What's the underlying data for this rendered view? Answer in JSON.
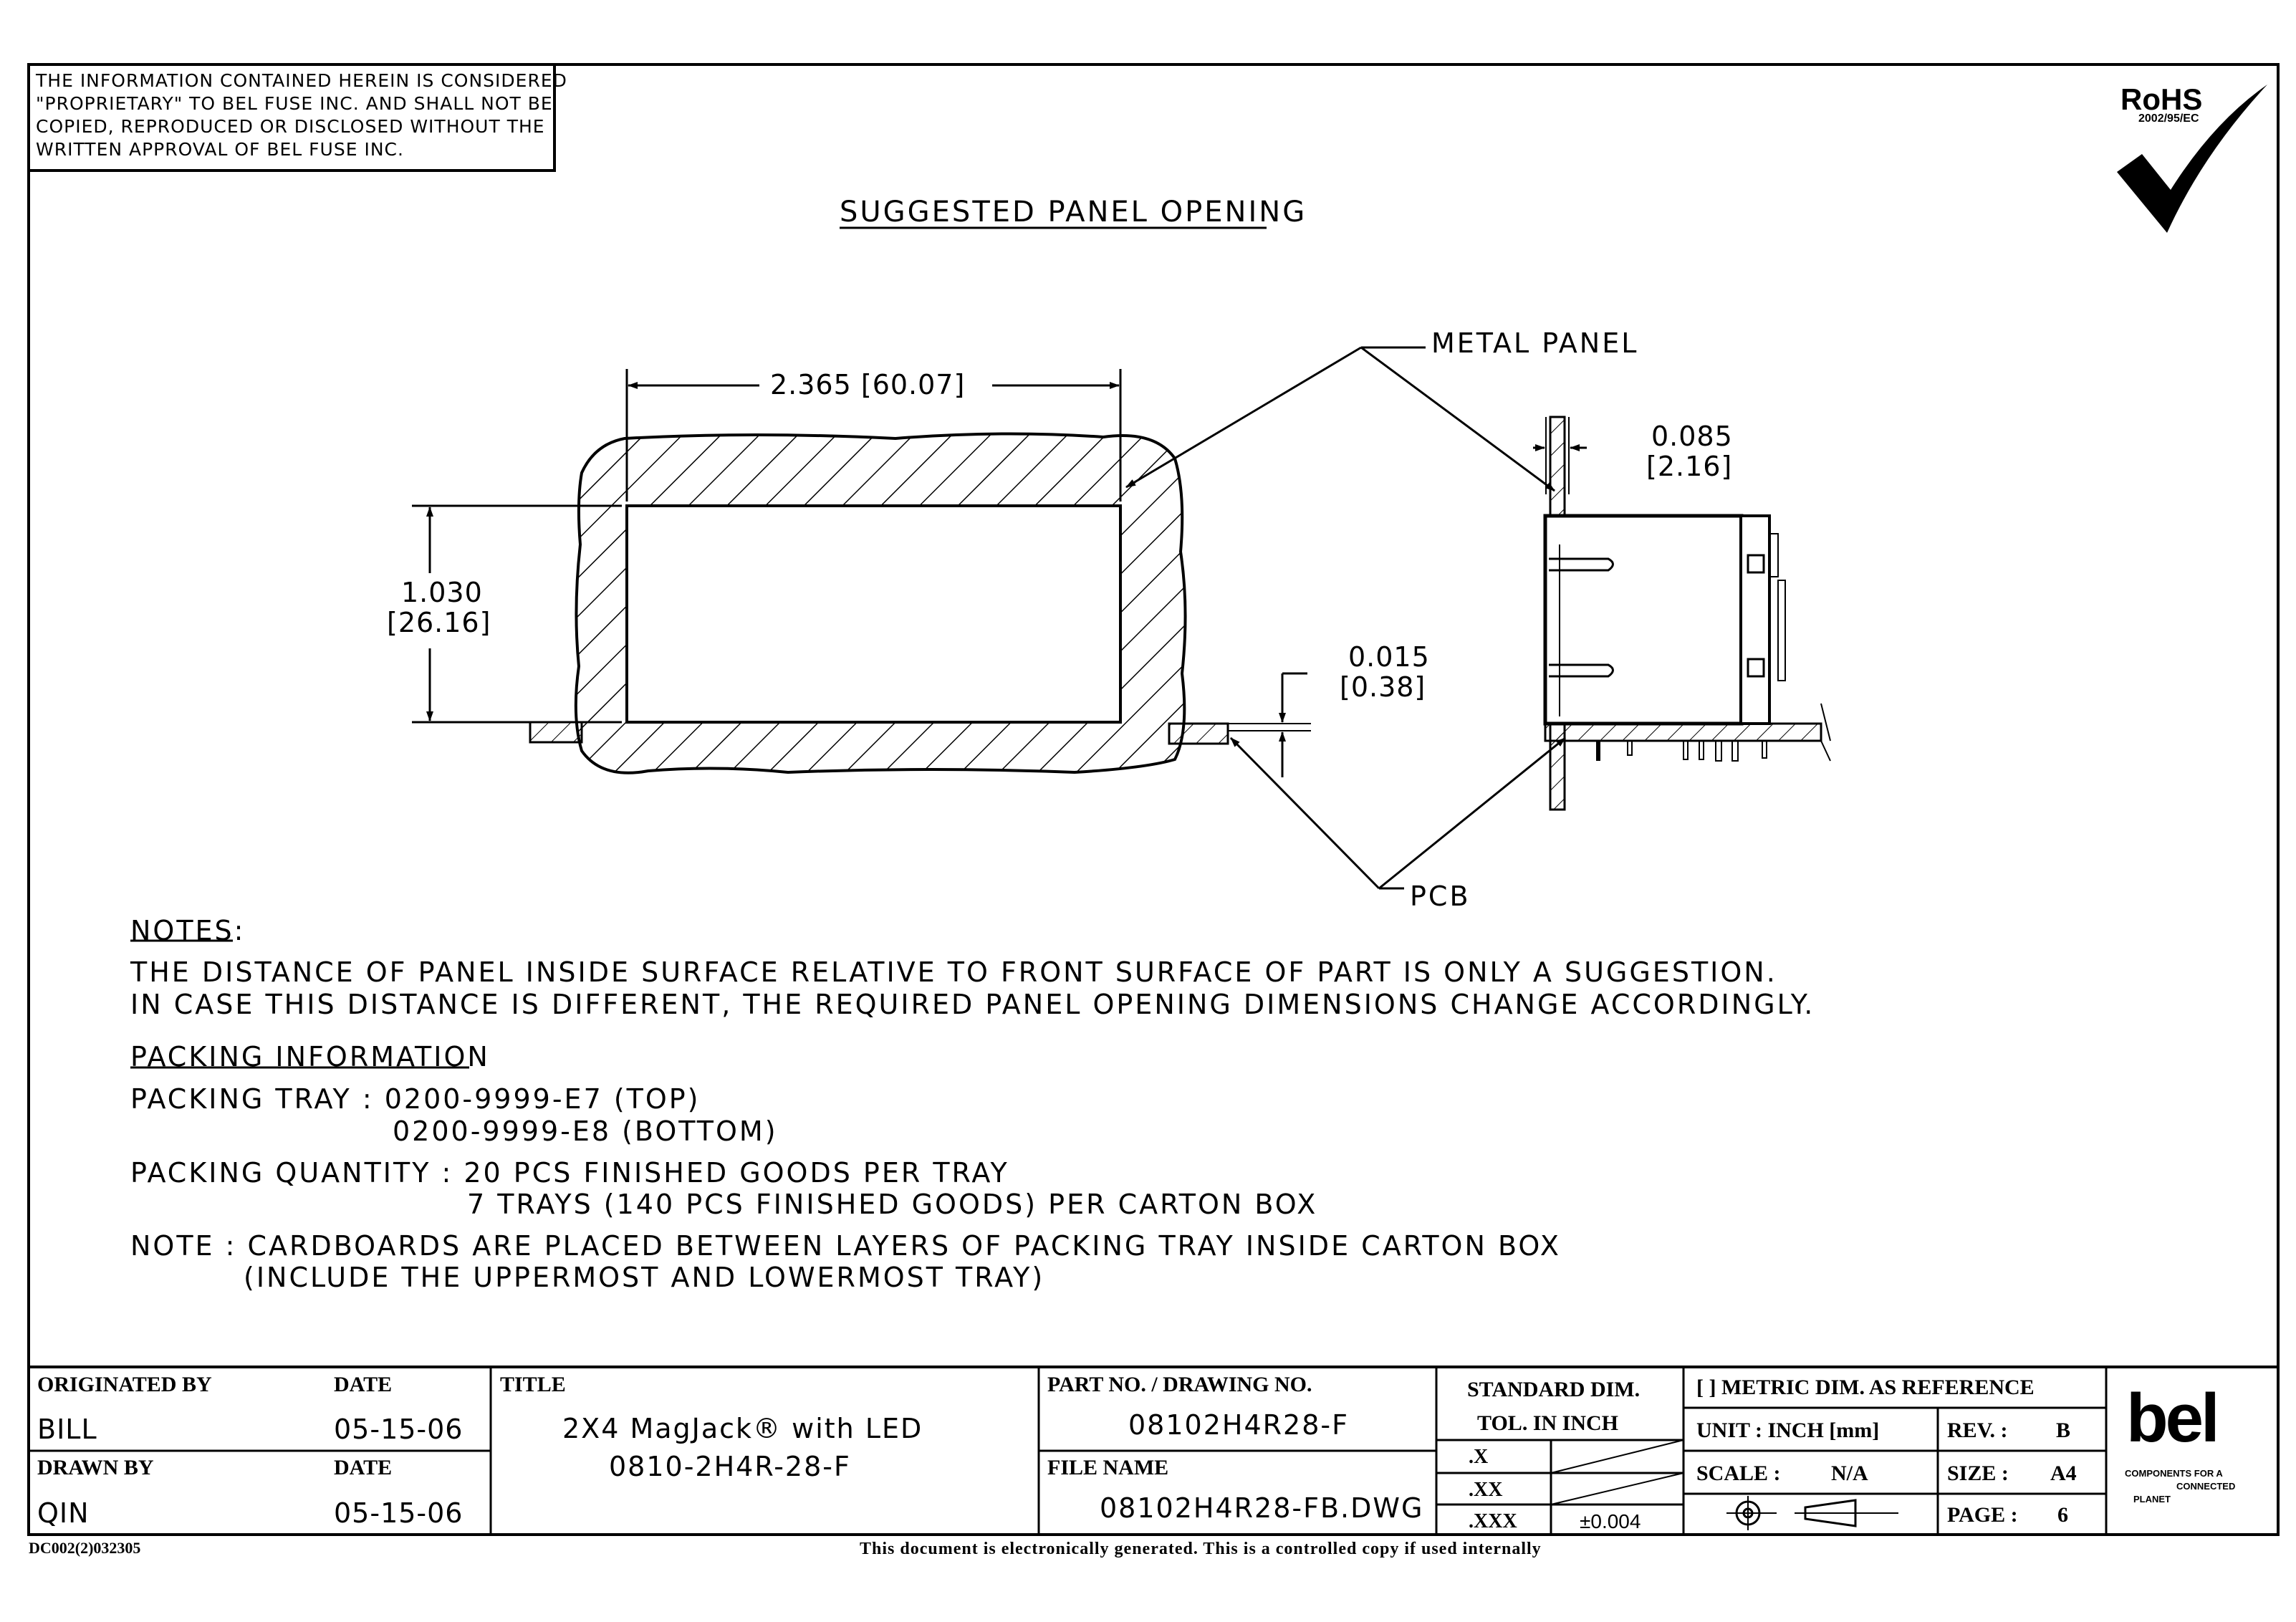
{
  "proprietary_notice": [
    "THE INFORMATION CONTAINED HEREIN IS CONSIDERED",
    "\"PROPRIETARY\" TO BEL FUSE INC. AND SHALL NOT BE",
    "COPIED, REPRODUCED OR DISCLOSED WITHOUT THE",
    "WRITTEN APPROVAL OF BEL FUSE INC."
  ],
  "rohs": {
    "label": "RoHS",
    "directive": "2002/95/EC"
  },
  "drawing": {
    "heading": "SUGGESTED PANEL OPENING",
    "label_metal_panel": "METAL PANEL",
    "label_pcb": "PCB",
    "dim_width": "2.365 [60.07]",
    "dim_height_in": "1.030",
    "dim_height_mm": "[26.16]",
    "dim_thick_in": "0.085",
    "dim_thick_mm": "[2.16]",
    "dim_gap_in": "0.015",
    "dim_gap_mm": "[0.38]"
  },
  "notes": {
    "heading": "NOTES:",
    "line1": "THE DISTANCE OF PANEL INSIDE SURFACE RELATIVE TO FRONT SURFACE OF PART IS ONLY A SUGGESTION.",
    "line2": "IN CASE THIS DISTANCE IS DIFFERENT, THE REQUIRED PANEL OPENING DIMENSIONS CHANGE ACCORDINGLY.",
    "packing_heading": "PACKING INFORMATION",
    "tray_line1": "PACKING TRAY : 0200-9999-E7 (TOP)",
    "tray_line2": "0200-9999-E8 (BOTTOM)",
    "qty_line1": "PACKING QUANTITY : 20 PCS FINISHED GOODS PER TRAY",
    "qty_line2": "7 TRAYS (140 PCS FINISHED GOODS) PER CARTON BOX",
    "note_line1": "NOTE : CARDBOARDS ARE PLACED BETWEEN LAYERS OF PACKING TRAY INSIDE CARTON BOX",
    "note_line2": "(INCLUDE THE UPPERMOST AND LOWERMOST TRAY)"
  },
  "title_block": {
    "originated_by_label": "ORIGINATED BY",
    "originated_by": "BILL",
    "date_label": "DATE",
    "originated_date": "05-15-06",
    "drawn_by_label": "DRAWN BY",
    "drawn_by": "QIN",
    "drawn_date": "05-15-06",
    "title_label": "TITLE",
    "title_line1": "2X4 MagJack® with LED",
    "title_line2": "0810-2H4R-28-F",
    "part_no_label": "PART NO. / DRAWING NO.",
    "part_no": "08102H4R28-F",
    "file_name_label": "FILE NAME",
    "file_name": "08102H4R28-FB.DWG",
    "std_dim_label": "STANDARD DIM.",
    "tol_label": "TOL. IN INCH",
    "tol_x": ".X",
    "tol_xx": ".XX",
    "tol_xxx": ".XXX",
    "tol_xxx_value": "±0.004",
    "metric_ref": "[ ] METRIC DIM. AS REFERENCE",
    "unit_label": "UNIT : INCH [mm]",
    "rev_label": "REV. :",
    "rev": "B",
    "scale_label": "SCALE :",
    "scale": "N/A",
    "size_label": "SIZE :",
    "size": "A4",
    "page_label": "PAGE :",
    "page": "6",
    "logo_text": "bel",
    "logo_tagline_1": "COMPONENTS FOR A",
    "logo_tagline_2": "CONNECTED",
    "logo_tagline_3": "PLANET"
  },
  "footer": {
    "doc_code": "DC002(2)032305",
    "notice": "This document is electronically generated. This is a controlled copy if used internally"
  }
}
